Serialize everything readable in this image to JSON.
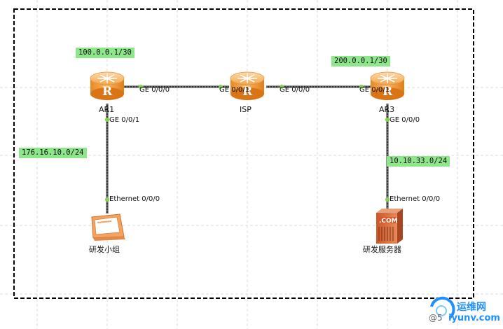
{
  "devices": {
    "ar1": {
      "name": "AR1",
      "icon": "router-icon"
    },
    "isp": {
      "name": "ISP",
      "icon": "router-icon"
    },
    "ar3": {
      "name": "AR3",
      "icon": "router-icon"
    },
    "pc_group": {
      "name": "研发小组",
      "icon": "pc-icon"
    },
    "server": {
      "name": "研发服务器",
      "icon": "web-server-icon",
      "badge": ".COM"
    }
  },
  "interfaces": {
    "ar1_ge000": "GE 0/0/0",
    "ar1_ge001": "GE 0/0/1",
    "isp_ge001": "GE 0/0/1",
    "isp_ge000": "GE 0/0/0",
    "ar3_ge001": "GE 0/0/1",
    "ar3_ge000": "GE 0/0/0",
    "pc_eth": "Ethernet 0/0/0",
    "server_eth": "Ethernet 0/0/0"
  },
  "networks": {
    "ar1_wan": "100.0.0.1/30",
    "ar3_wan": "200.0.0.1/30",
    "lan_left": "176.16.10.0/24",
    "lan_right": "10.10.33.0/24"
  },
  "watermark": {
    "line1": "运维网",
    "line2": "iyunv.com",
    "prefix": "@5"
  },
  "colors": {
    "router_body": "#f0a040",
    "link_line": "#555555",
    "port_dot": "#7ed24a",
    "network_label_bg": "#8ee68a",
    "grid": "#dcdcdc",
    "boundary": "#000000"
  }
}
